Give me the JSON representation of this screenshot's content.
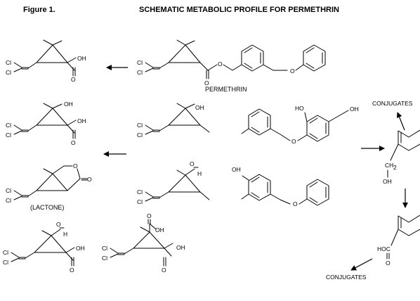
{
  "header": {
    "figure_label": "Figure 1.",
    "title": "SCHEMATIC METABOLIC PROFILE FOR PERMETHRIN"
  },
  "atoms": {
    "cl": "Cl",
    "oh": "OH",
    "o": "O",
    "h": "H",
    "ho": "HO",
    "hoc": "HOC",
    "ch2": "CH",
    "sub2": "2"
  },
  "captions": {
    "permethrin": "PERMETHRIN",
    "lactone": "(LACTONE)",
    "conjugates_top": "CONJUGATES",
    "conjugates_bottom": "CONJUGATES"
  },
  "colors": {
    "ink": "#000000",
    "background": "#ffffff"
  },
  "icons": [
    "arrow-left-icon",
    "arrow-right-icon",
    "arrow-down-icon",
    "arrow-up-left-icon",
    "arrow-down-left-icon"
  ]
}
